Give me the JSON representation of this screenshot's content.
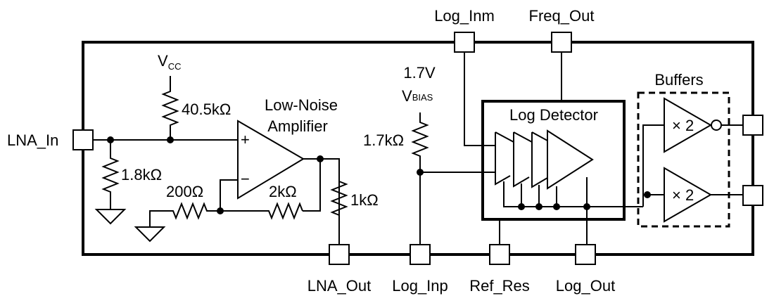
{
  "pins": {
    "lna_in": "LNA_In",
    "log_inm": "Log_Inm",
    "freq_out": "Freq_Out",
    "lna_out": "LNA_Out",
    "log_inp": "Log_Inp",
    "ref_res": "Ref_Res",
    "log_out": "Log_Out"
  },
  "supply": {
    "main": "V",
    "sub": "CC"
  },
  "bias": {
    "voltage": "1.7V",
    "main": "V",
    "sub": "BIAS"
  },
  "resistors": {
    "r_vcc": "40.5kΩ",
    "r_in_gnd": "1.8kΩ",
    "r_200": "200Ω",
    "r_2k": "2kΩ",
    "r_1k": "1kΩ",
    "r_bias": "1.7kΩ"
  },
  "amplifier": {
    "line1": "Low-Noise",
    "line2": "Amplifier",
    "plus": "+",
    "minus": "−"
  },
  "log_detector": {
    "title": "Log Detector"
  },
  "buffers": {
    "title": "Buffers",
    "gain_top": "× 2",
    "gain_bottom": "× 2"
  }
}
